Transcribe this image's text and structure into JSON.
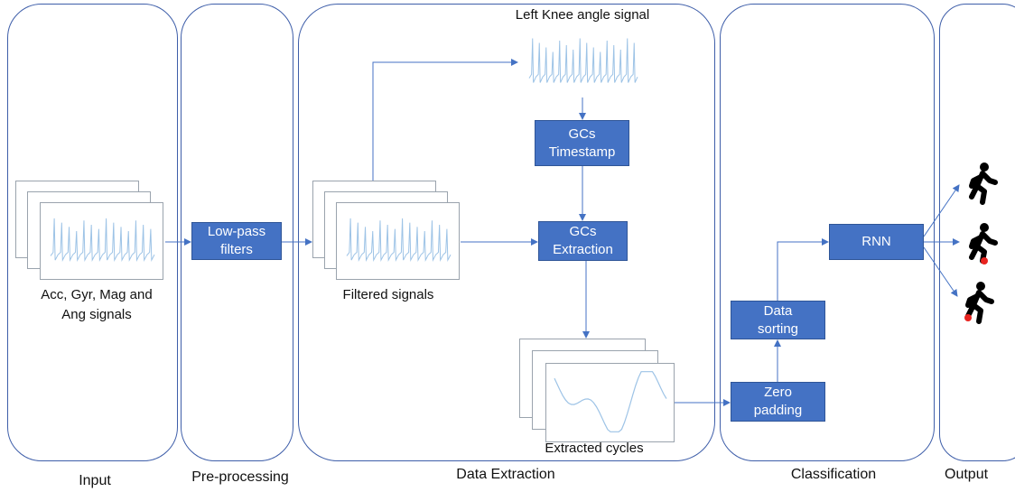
{
  "stages": {
    "input": "Input",
    "preprocessing": "Pre-processing",
    "data_extraction": "Data Extraction",
    "classification": "Classification",
    "output": "Output"
  },
  "captions": {
    "input_signals": "Acc, Gyr, Mag and\nAng signals",
    "filtered_signals": "Filtered signals",
    "knee_signal": "Left Knee angle signal",
    "extracted_cycles": "Extracted cycles"
  },
  "boxes": {
    "lowpass": "Low-pass\nfilters",
    "gcs_timestamp": "GCs\nTimestamp",
    "gcs_extraction": "GCs\nExtraction",
    "zero_padding": "Zero\npadding",
    "data_sorting": "Data\nsorting",
    "rnn": "RNN"
  },
  "colors": {
    "box_fill": "#4472c4",
    "box_border": "#2f5597",
    "arrow": "#4472c4",
    "panel_border": "#3e5ea9",
    "signal_line": "#9dc3e6",
    "marker": "#e8231f"
  },
  "output_icons": [
    "walking-person-icon",
    "walking-person-marked-foot-icon",
    "walking-person-marked-foot-icon"
  ]
}
